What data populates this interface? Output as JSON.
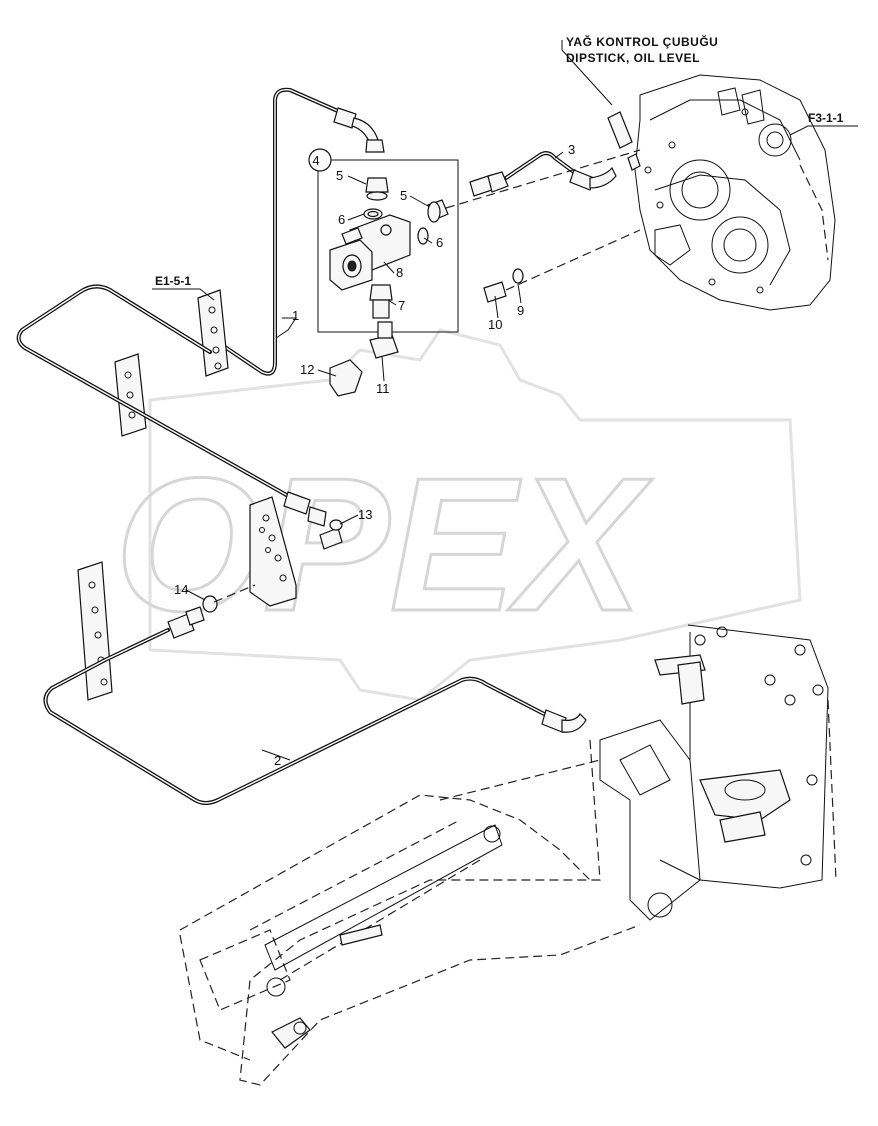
{
  "header": {
    "line1": "YAĞ KONTROL ÇUBUĞU",
    "line2": "DIPSTICK, OIL LEVEL"
  },
  "watermark": "OPEX",
  "references": {
    "e1": "E1-5-1",
    "f3": "F3-1-1"
  },
  "callouts": [
    {
      "label": "1"
    },
    {
      "label": "2"
    },
    {
      "label": "3"
    },
    {
      "label": "4"
    },
    {
      "label": "5"
    },
    {
      "label": "5"
    },
    {
      "label": "6"
    },
    {
      "label": "6"
    },
    {
      "label": "7"
    },
    {
      "label": "8"
    },
    {
      "label": "9"
    },
    {
      "label": "10"
    },
    {
      "label": "11"
    },
    {
      "label": "12"
    },
    {
      "label": "13"
    },
    {
      "label": "14"
    }
  ],
  "colors": {
    "ink": "#111111",
    "watermark": "#d6d6d6",
    "background": "#ffffff"
  }
}
